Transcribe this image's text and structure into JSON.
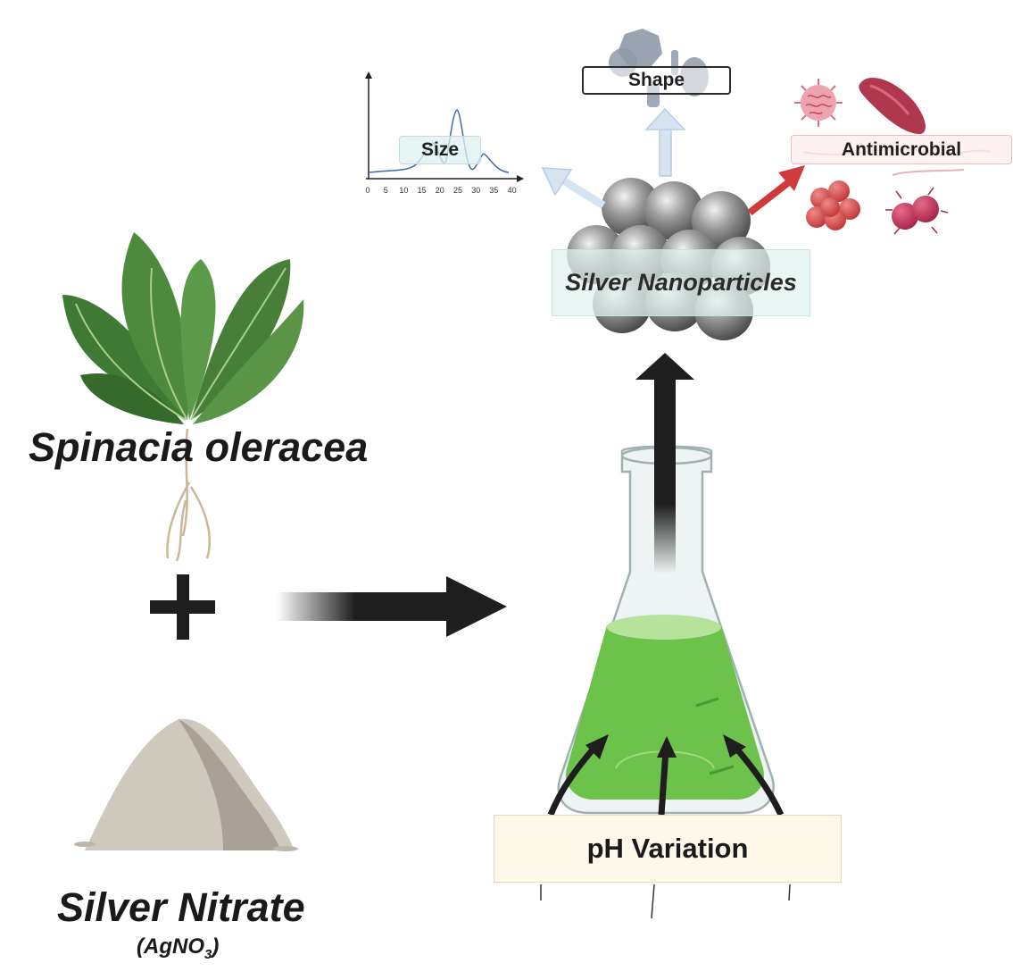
{
  "labels": {
    "plant": "Spinacia oleracea",
    "nitrate": "Silver Nitrate",
    "formula_main": "(AgNO",
    "formula_sub": "3",
    "formula_end": ")",
    "nanoparticles": "Silver Nanoparticles",
    "ph": "pH Variation",
    "shape": "Shape",
    "size": "Size",
    "antimicrobial": "Antimicrobial"
  },
  "size_axis_ticks": [
    "0",
    "5",
    "10",
    "15",
    "20",
    "25",
    "30",
    "35",
    "40"
  ],
  "colors": {
    "arrow_dark": "#1e1e1e",
    "arrow_light": "#d6e4f2",
    "arrow_red": "#cf3a3a",
    "solution_green": "#6cc24a",
    "leaf_green": "#4e8a3e",
    "powder_gray": "#cfc8bd",
    "particle_gray": "#8e8e8e",
    "curve_blue": "#3f6ab0"
  },
  "icons": [
    "spinach-plant-icon",
    "powder-pile-icon",
    "erlenmeyer-flask-icon",
    "nanoparticle-cluster-icon",
    "virus-icon",
    "bacteria-icon"
  ]
}
